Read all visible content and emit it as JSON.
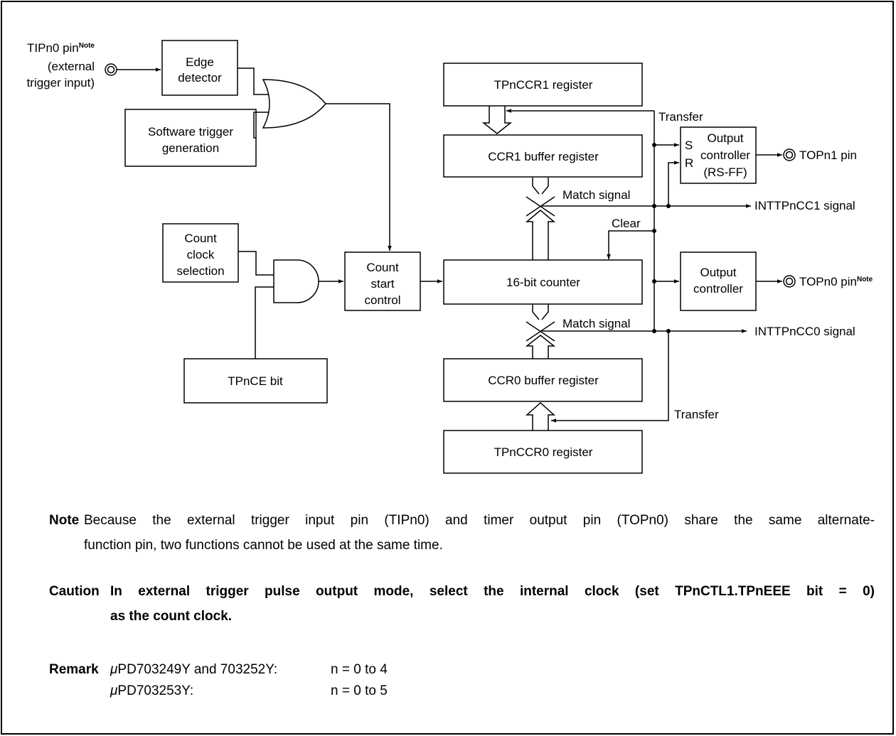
{
  "blocks": {
    "edge_detector": [
      "Edge",
      "detector"
    ],
    "software_trigger": [
      "Software trigger",
      "generation"
    ],
    "count_clock_selection": [
      "Count",
      "clock",
      "selection"
    ],
    "tpnce_bit": "TPnCE bit",
    "count_start_control": [
      "Count",
      "start",
      "control"
    ],
    "tpnccr1_register": "TPnCCR1 register",
    "ccr1_buffer_register": "CCR1 buffer register",
    "counter_16bit": "16-bit counter",
    "ccr0_buffer_register": "CCR0 buffer register",
    "tpnccr0_register": "TPnCCR0 register",
    "output_controller_rsff": [
      "Output",
      "controller",
      "(RS-FF)"
    ],
    "rsff_s": "S",
    "rsff_r": "R",
    "output_controller": [
      "Output",
      "controller"
    ]
  },
  "pins": {
    "tipn0": [
      "TIPn0 pin",
      "(external",
      "trigger input)"
    ],
    "tipn0_note": "Note",
    "topn1": "TOPn1 pin",
    "topn0": "TOPn0 pin",
    "topn0_note": "Note"
  },
  "signals": {
    "transfer_top": "Transfer",
    "match_signal_top": "Match signal",
    "inttpncc1": "INTTPnCC1 signal",
    "clear": "Clear",
    "match_signal_bottom": "Match signal",
    "inttpncc0": "INTTPnCC0 signal",
    "transfer_bottom": "Transfer"
  },
  "notes": {
    "note_label": "Note",
    "note_line1": "Because the external trigger input pin (TIPn0) and timer output pin (TOPn0) share the same alternate-",
    "note_line2": "function pin, two functions cannot be used at the same time.",
    "caution_label": "Caution",
    "caution_line1": "In external trigger pulse output mode, select the internal clock (set TPnCTL1.TPnEEE bit = 0)",
    "caution_line2": "as the count clock.",
    "remark_label": "Remark",
    "remark_row1_device": "PD703249Y and 703252Y:",
    "remark_row1_range": "n = 0 to 4",
    "remark_row2_device": "PD703253Y:",
    "remark_row2_range": "n = 0 to 5",
    "mu": "μ"
  }
}
